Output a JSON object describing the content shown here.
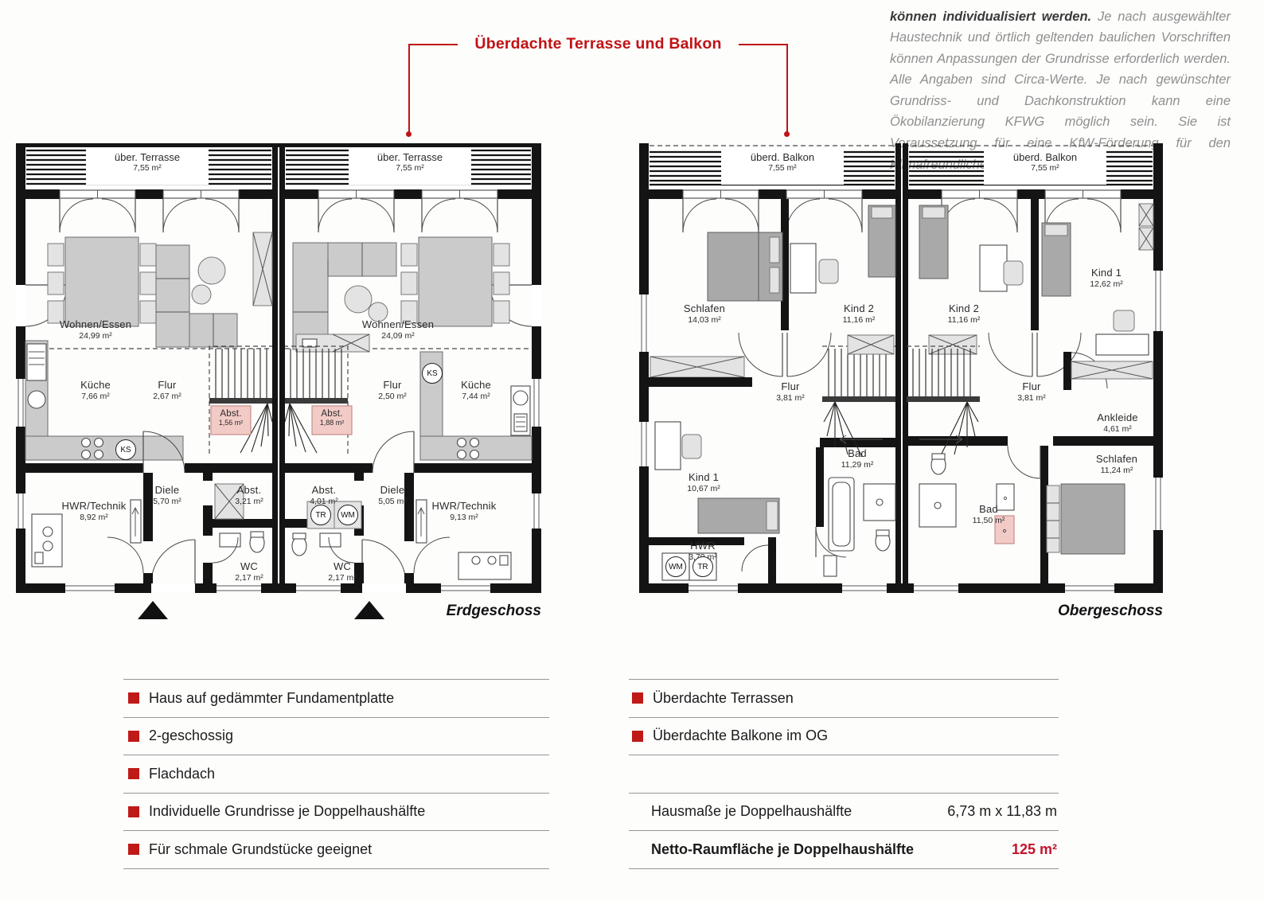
{
  "annotation": {
    "title": "Überdachte Terrasse und Balkon"
  },
  "intro": {
    "lead": "können individualisiert werden.",
    "body": "Je nach ausgewählter Haustechnik und örtlich geltenden baulichen Vorschriften können Anpassungen der Grundrisse erforderlich werden. Alle Angaben sind Circa-Werte. Je nach gewünschter Grundriss- und Dachkonstruktion kann eine Ökobilanzierung KFWG möglich sein. Sie ist Voraussetzung für eine KfW-Förderung für den Klimafreundlichen Neubau (KFN)."
  },
  "colors": {
    "accent": "#c01315",
    "highlight_value": "#c3132b",
    "pink": "#f2cbc7"
  },
  "plans": {
    "eg": {
      "title": "Erdgeschoss",
      "terraces": [
        {
          "name": "über. Terrasse",
          "area": "7,55 m²"
        },
        {
          "name": "über. Terrasse",
          "area": "7,55 m²"
        }
      ],
      "rooms": [
        {
          "name": "Wohnen/Essen",
          "area": "24,99 m²"
        },
        {
          "name": "Küche",
          "area": "7,66 m²"
        },
        {
          "name": "Flur",
          "area": "2,67 m²"
        },
        {
          "name": "Abst.",
          "area": "1,56 m²"
        },
        {
          "name": "Diele",
          "area": "5,70 m²"
        },
        {
          "name": "Abst.",
          "area": "3,21 m²"
        },
        {
          "name": "HWR/Technik",
          "area": "8,92 m²"
        },
        {
          "name": "WC",
          "area": "2,17 m²"
        },
        {
          "name": "Wohnen/Essen",
          "area": "24,09 m²"
        },
        {
          "name": "Flur",
          "area": "2,50 m²"
        },
        {
          "name": "Abst.",
          "area": "1,88 m²"
        },
        {
          "name": "Küche",
          "area": "7,44 m²"
        },
        {
          "name": "Abst.",
          "area": "4,01 m²"
        },
        {
          "name": "Diele",
          "area": "5,05 m²"
        },
        {
          "name": "WC",
          "area": "2,17 m²"
        },
        {
          "name": "HWR/Technik",
          "area": "9,13 m²"
        }
      ],
      "appliances": [
        "KS",
        "KS",
        "TR",
        "WM"
      ]
    },
    "og": {
      "title": "Obergeschoss",
      "balconies": [
        {
          "name": "überd. Balkon",
          "area": "7,55 m²"
        },
        {
          "name": "überd. Balkon",
          "area": "7,55 m²"
        }
      ],
      "rooms": [
        {
          "name": "Schlafen",
          "area": "14,03 m²"
        },
        {
          "name": "Kind 2",
          "area": "11,16 m²"
        },
        {
          "name": "Flur",
          "area": "3,81 m²"
        },
        {
          "name": "Kind 1",
          "area": "10,67 m²"
        },
        {
          "name": "Bad",
          "area": "11,29 m²"
        },
        {
          "name": "HWR",
          "area": "3,70 m²"
        },
        {
          "name": "Kind 2",
          "area": "11,16 m²"
        },
        {
          "name": "Kind 1",
          "area": "12,62 m²"
        },
        {
          "name": "Flur",
          "area": "3,81 m²"
        },
        {
          "name": "Ankleide",
          "area": "4,61 m²"
        },
        {
          "name": "Schlafen",
          "area": "11,24 m²"
        },
        {
          "name": "Bad",
          "area": "11,50 m²"
        }
      ],
      "appliances": [
        "WM",
        "TR"
      ]
    }
  },
  "features_left": {
    "items": [
      "Haus auf gedämmter Fundamentplatte",
      "2-geschossig",
      "Flachdach",
      "Individuelle Grundrisse je Doppelhaushälfte",
      "Für schmale Grundstücke geeignet"
    ]
  },
  "features_right": {
    "items": [
      "Überdachte Terrassen",
      "Überdachte Balkone im OG"
    ]
  },
  "specs": {
    "rows": [
      {
        "label": "Hausmaße je Doppelhaushälfte",
        "value": "6,73 m x 11,83 m"
      },
      {
        "label": "Netto-Raumfläche je Doppelhaushälfte",
        "value": "125 m²"
      }
    ]
  }
}
